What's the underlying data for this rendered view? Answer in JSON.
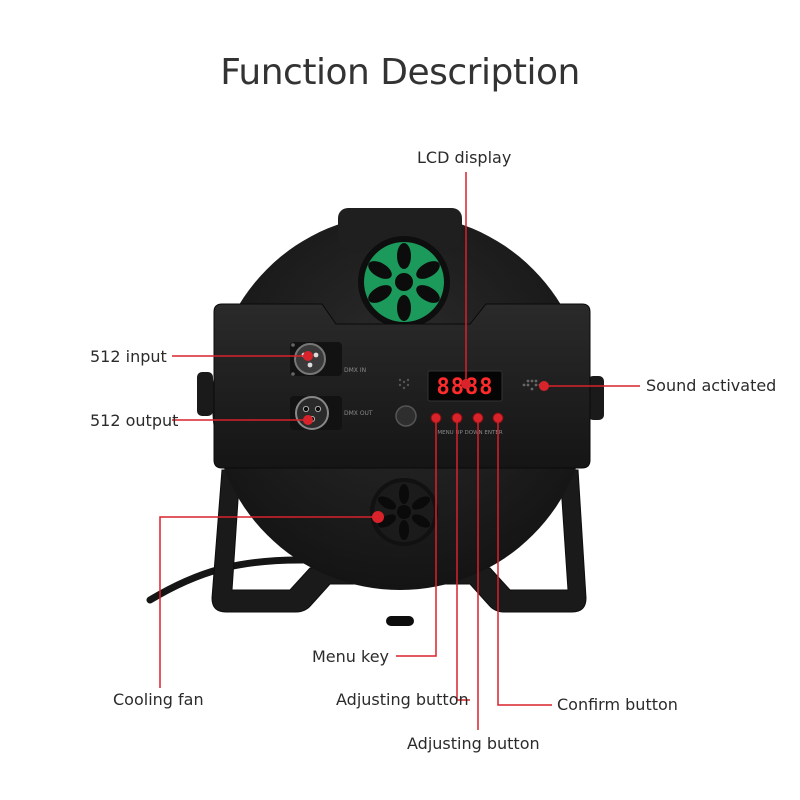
{
  "title": "Function Description",
  "panel": {
    "dmx_in_label": "DMX IN",
    "dmx_out_label": "DMX OUT",
    "lcd_digits": "8888",
    "button_row_text": "MENU  UP  DOWN  ENTER"
  },
  "callouts": {
    "lcd_display": "LCD display",
    "input_512": "512 input",
    "output_512": "512 output",
    "sound_activated": "Sound activated",
    "menu_key": "Menu key",
    "cooling_fan": "Cooling fan",
    "adjusting_button_1": "Adjusting button",
    "adjusting_button_2": "Adjusting button",
    "confirm_button": "Confirm button"
  },
  "colors": {
    "callout_line": "#d8232a",
    "device_body": "#1c1c1c",
    "lcd_red": "#ff2a2a",
    "fan_green": "#1fb36a"
  }
}
